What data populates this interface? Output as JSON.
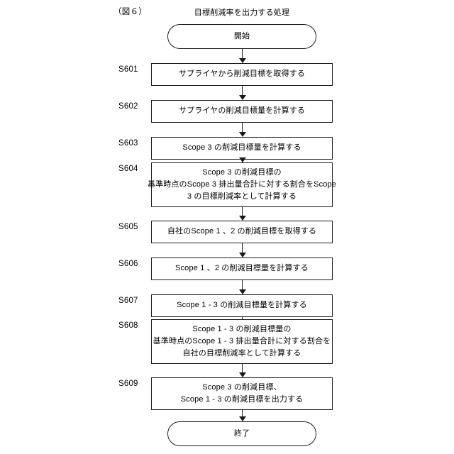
{
  "figure": {
    "label": "（図６）",
    "title": "目標削減率を出力する処理"
  },
  "flow": {
    "start": {
      "id": "",
      "text": [
        "開始"
      ]
    },
    "end": {
      "id": "",
      "text": [
        "終了"
      ]
    },
    "steps": [
      {
        "id": "S601",
        "text": [
          "サプライヤから削減目標を取得する"
        ]
      },
      {
        "id": "S602",
        "text": [
          "サプライヤの削減目標量を計算する"
        ]
      },
      {
        "id": "S603",
        "text": [
          "Scope 3 の削減目標量を計算する"
        ]
      },
      {
        "id": "S604",
        "text": [
          "Scope 3 の削減目標の",
          "基準時点のScope 3 排出量合計に対する割合をScope",
          "3 の目標削減率として計算する"
        ]
      },
      {
        "id": "S605",
        "text": [
          "自社のScope 1 、2 の削減目標を取得する"
        ]
      },
      {
        "id": "S606",
        "text": [
          "Scope 1 、2 の削減目標量を計算する"
        ]
      },
      {
        "id": "S607",
        "text": [
          "Scope 1 - 3 の削減目標量を計算する"
        ]
      },
      {
        "id": "S608",
        "text": [
          "Scope 1 - 3 の削減目標量の",
          "基準時点のScope 1 - 3 排出量合計に対する割合を",
          "自社の目標削減率として計算する"
        ]
      },
      {
        "id": "S609",
        "text": [
          "Scope 3 の削減目標、",
          "Scope 1 - 3 の削減目標を出力する"
        ]
      }
    ]
  },
  "style": {
    "stroke": "#1a1a1a",
    "fill": "#ffffff",
    "background": "#ffffff"
  }
}
